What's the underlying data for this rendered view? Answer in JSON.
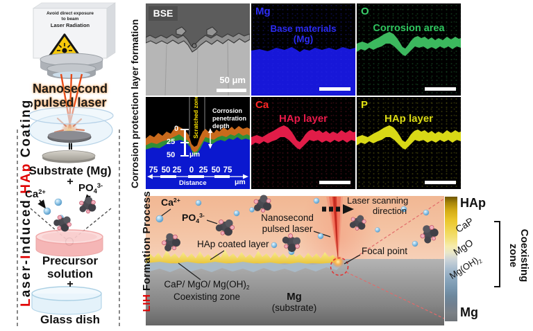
{
  "left_panel": {
    "title_t1": "L",
    "title_t2": "aser-",
    "title_t3": "I",
    "title_t4": "nduced ",
    "title_t5": "HAp",
    "title_t6": " Coating",
    "warning_line1": "Avoid direct exposure",
    "warning_line2": "to beam",
    "warning_line3": "Laser Radiation",
    "laser_line1": "Nanosecond",
    "laser_line2": "pulsed laser",
    "equiv_symbol": "II",
    "substrate_label": "Substrate (Mg)",
    "plus_top": "+",
    "ca_base": "Ca",
    "ca_sup": "2+",
    "po_base": "PO",
    "po_sub": "4",
    "po_sup": "3-",
    "precursor_line1": "Precursor",
    "precursor_line2": "solution",
    "plus_bottom": "+",
    "glass_dish_label": "Glass dish"
  },
  "corrosion_section": {
    "title": "Corrosion protection layer formation",
    "bse_tag": "BSE",
    "bse_scale": "50 μm",
    "mg_tag": "Mg",
    "mg_caption1": "Base materials",
    "mg_caption2": "(Mg)",
    "o_tag": "O",
    "o_caption": "Corrosion area",
    "ca_tag": "Ca",
    "ca_caption": "HAp layer",
    "p_tag": "P",
    "p_caption": "HAp layer",
    "depth": {
      "scratched_zone": "Scratched zone",
      "note1": "Corrosion",
      "note2": "penetration",
      "note3": "depth",
      "d0": "0",
      "d25": "25",
      "d50": "50",
      "dunit": "μm",
      "x_ticks": [
        "75",
        "50",
        "25",
        "0",
        "25",
        "50",
        "75"
      ],
      "x_label": "Distance",
      "x_unit": "μm"
    }
  },
  "process_section": {
    "title_red": "LIH",
    "title_rest": " Formation Process",
    "ca_base": "Ca",
    "ca_sup": "2+",
    "po_base": "PO",
    "po_sub": "4",
    "po_sup": "3-",
    "laser_line1": "Nanosecond",
    "laser_line2": "pulsed laser",
    "scan_line1": "Laser scanning",
    "scan_line2": "direction",
    "hap_layer": "HAp coated layer",
    "coexist_line1": "CaP/ MgO/ Mg(OH)",
    "coexist_sub": "2",
    "coexist_line2": "Coexisting zone",
    "mg_line1": "Mg",
    "mg_line2": "(substrate)",
    "focal": "Focal point",
    "bar_hap": "HAp",
    "bar_cap": "CaP",
    "bar_mgo": "MgO",
    "bar_mgoh": "Mg(OH)",
    "bar_mgoh_sub": "2",
    "bar_mg": "Mg",
    "zone_line1": "Coexisting",
    "zone_line2": "zone"
  },
  "colors": {
    "eds_blue": "#1717d8",
    "eds_green": "#3cb85e",
    "eds_red": "#e11c48",
    "eds_yellow": "#d9d916",
    "depth_orange": "#c96a1c",
    "depth_green": "#2e8f38",
    "depth_blue": "#0b18cf",
    "laser_red": "#e8430e",
    "hap_gold": "#eecb3e",
    "accent_red_text": "#e00000"
  }
}
